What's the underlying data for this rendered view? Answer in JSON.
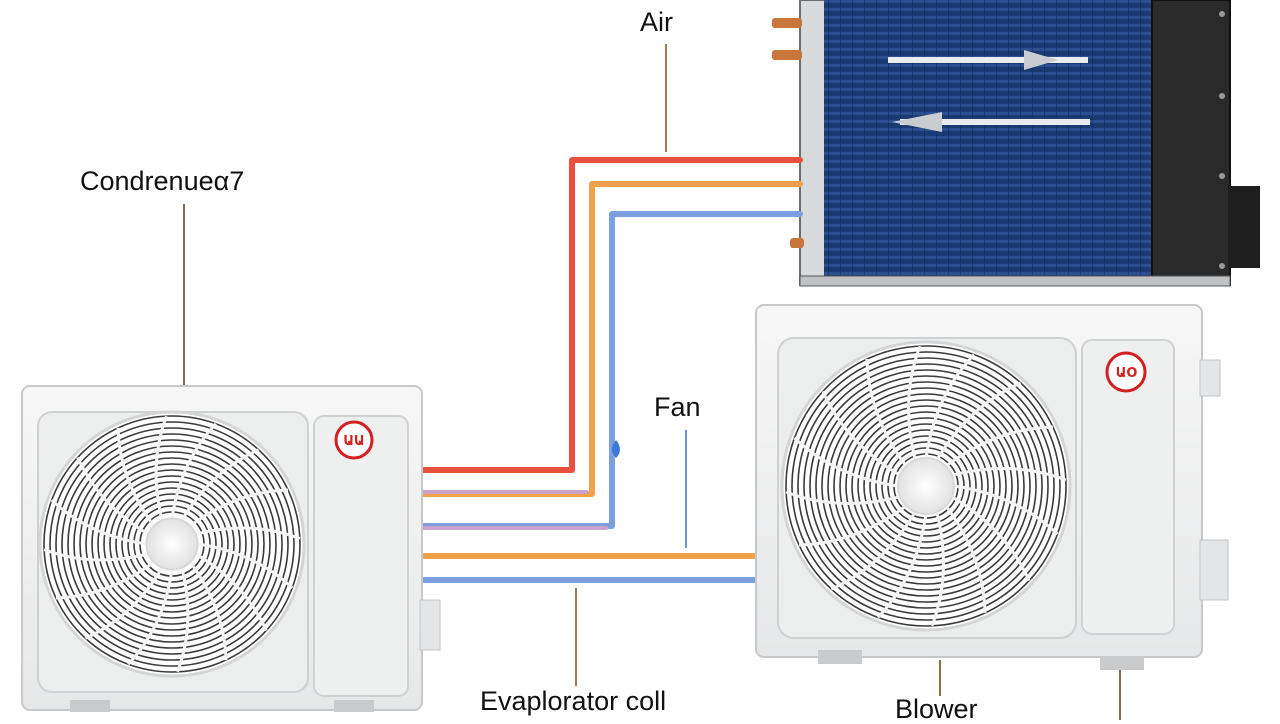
{
  "labels": {
    "air": "Air",
    "condenser": "Condrenueα7",
    "fan": "Fan",
    "evaporator": "Evaplorator coll",
    "blower": "Blower"
  },
  "units": {
    "left_logo": "ԱԱ",
    "right_logo": "ԱՕ"
  },
  "colors": {
    "coil_blue": "#1d3a72",
    "coil_frame": "#2b2b2b",
    "pipe_red": "#e8503c",
    "pipe_orange": "#f2a14a",
    "pipe_blue": "#6f93d6",
    "pipe_violet": "#c7a0c9",
    "unit_body": "#f1f2f2",
    "leader": "#8a6a50",
    "brand_red": "#d21f1f"
  },
  "icons": [
    "arrow-right-icon",
    "arrow-left-icon",
    "fan-grille-icon",
    "brand-logo-icon"
  ]
}
